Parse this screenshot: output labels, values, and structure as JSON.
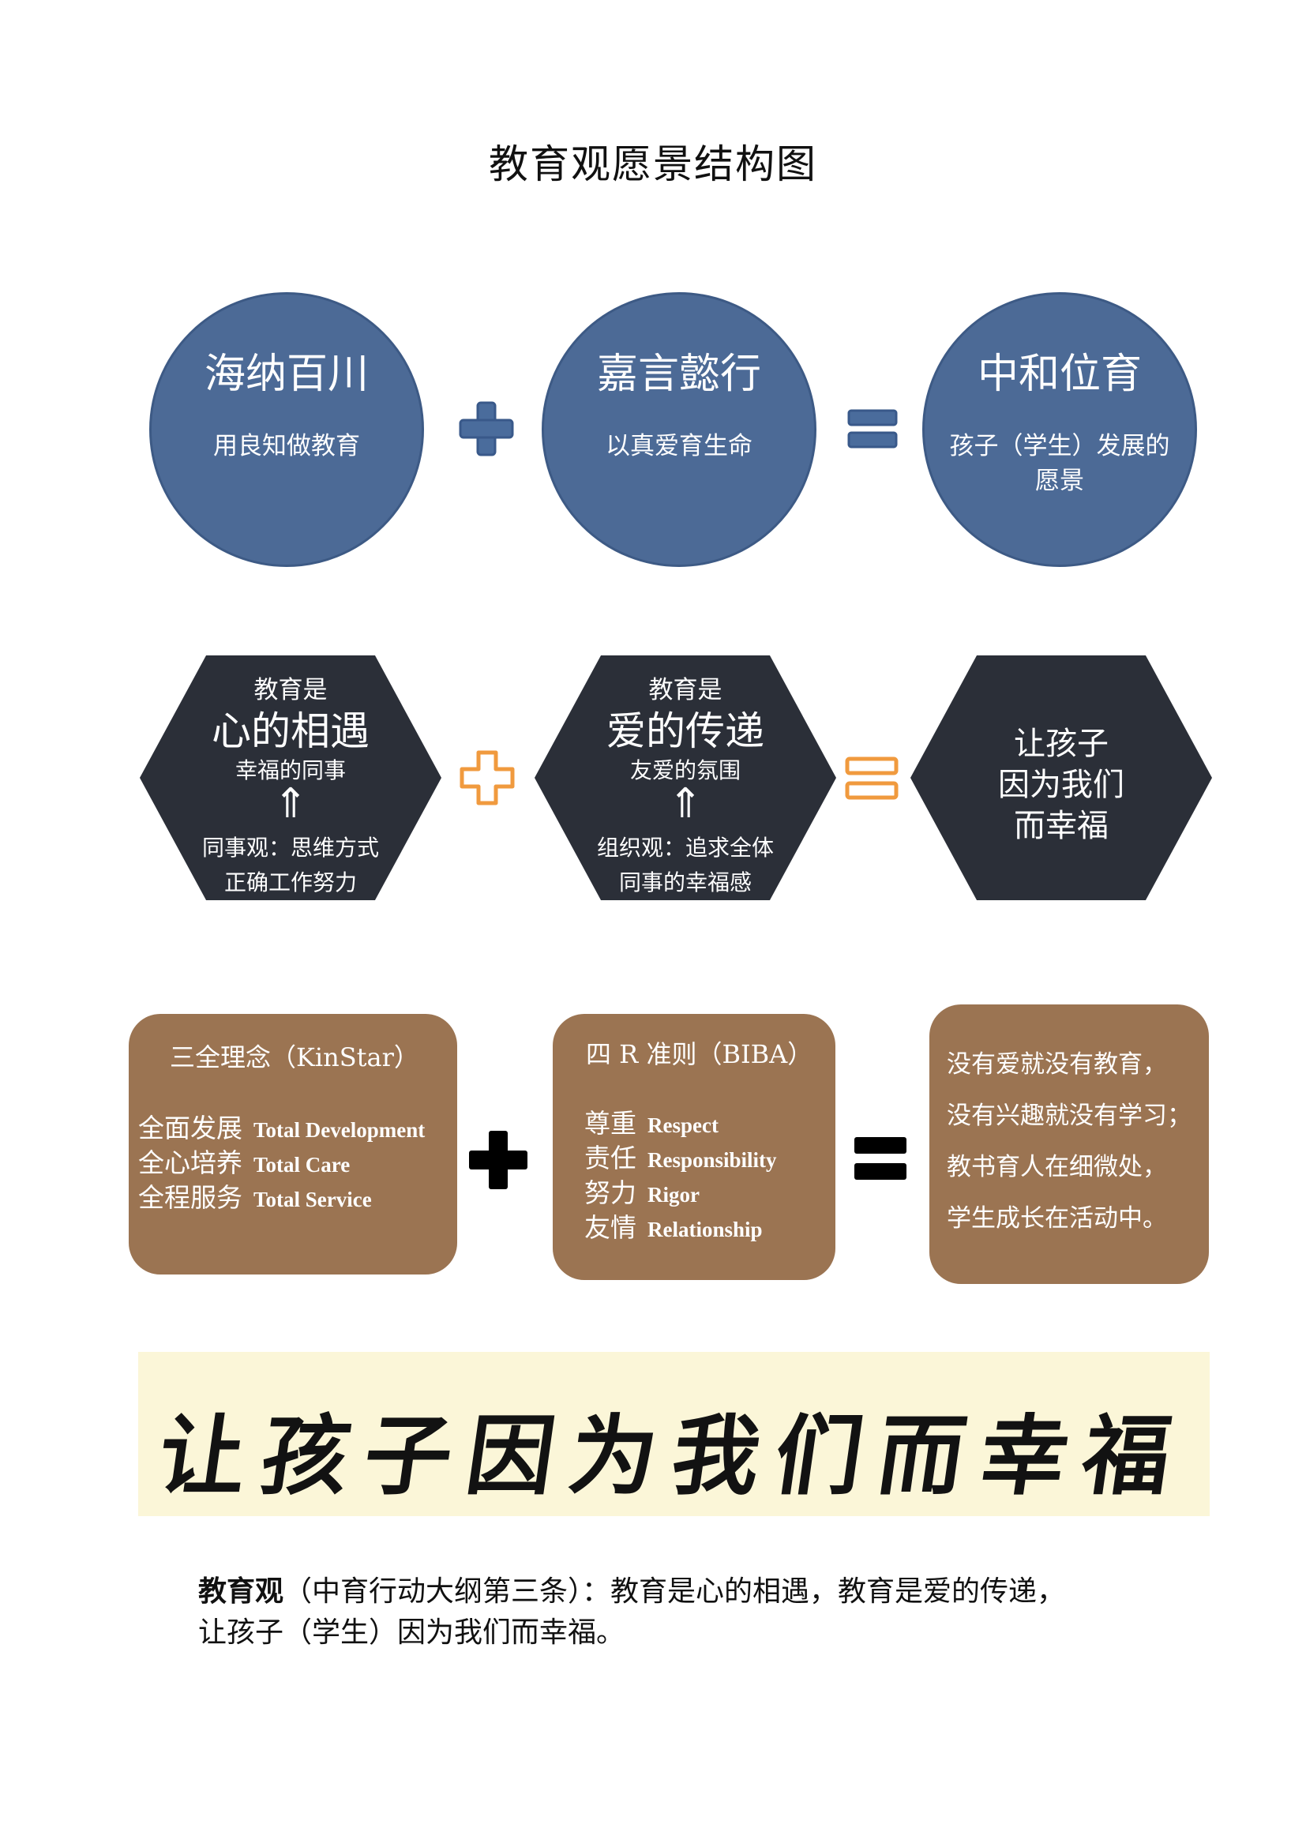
{
  "title": "教育观愿景结构图",
  "row1": {
    "circles": [
      {
        "big": "海纳百川",
        "small": "用良知做教育"
      },
      {
        "big": "嘉言懿行",
        "small": "以真爱育生命"
      },
      {
        "big": "中和位育",
        "small": "孩子（学生）发展的愿景"
      }
    ],
    "operator_color": "#4a6c9c"
  },
  "row2": {
    "hexes": [
      {
        "l1": "教育是",
        "l2": "心的相遇",
        "l3": "幸福的同事",
        "arrow": "⇑",
        "l4a": "同事观：思维方式",
        "l4b": "正确工作努力"
      },
      {
        "l1": "教育是",
        "l2": "爱的传递",
        "l3": "友爱的氛围",
        "arrow": "⇑",
        "l4a": "组织观：追求全体",
        "l4b": "同事的幸福感"
      }
    ],
    "result": {
      "a": "让孩子",
      "b": "因为我们",
      "c": "而幸福"
    },
    "operator_color": "#f09a3e"
  },
  "row3": {
    "box1": {
      "header": "三全理念（KinStar）",
      "lines": [
        {
          "cn": "全面发展",
          "en": "Total Development"
        },
        {
          "cn": "全心培养",
          "en": "Total Care"
        },
        {
          "cn": "全程服务",
          "en": "Total Service"
        }
      ]
    },
    "box2": {
      "header": "四 R 准则（BIBA）",
      "lines": [
        {
          "cn": "尊重",
          "en": "Respect"
        },
        {
          "cn": "责任",
          "en": "Responsibility"
        },
        {
          "cn": "努力",
          "en": "Rigor"
        },
        {
          "cn": "友情",
          "en": "Relationship"
        }
      ]
    },
    "box3": {
      "lines": [
        "没有爱就没有教育，",
        "没有兴趣就没有学习；",
        "教书育人在细微处，",
        "学生成长在活动中。"
      ]
    },
    "box_color": "#9b7452",
    "operator_color": "#000000"
  },
  "banner": {
    "text": "让孩子因为我们而幸福"
  },
  "footer": {
    "bold_part": "教育观",
    "rest_line1": "（中育行动大纲第三条）：教育是心的相遇，教育是爱的传递，",
    "line2": "让孩子（学生）因为我们而幸福。"
  }
}
